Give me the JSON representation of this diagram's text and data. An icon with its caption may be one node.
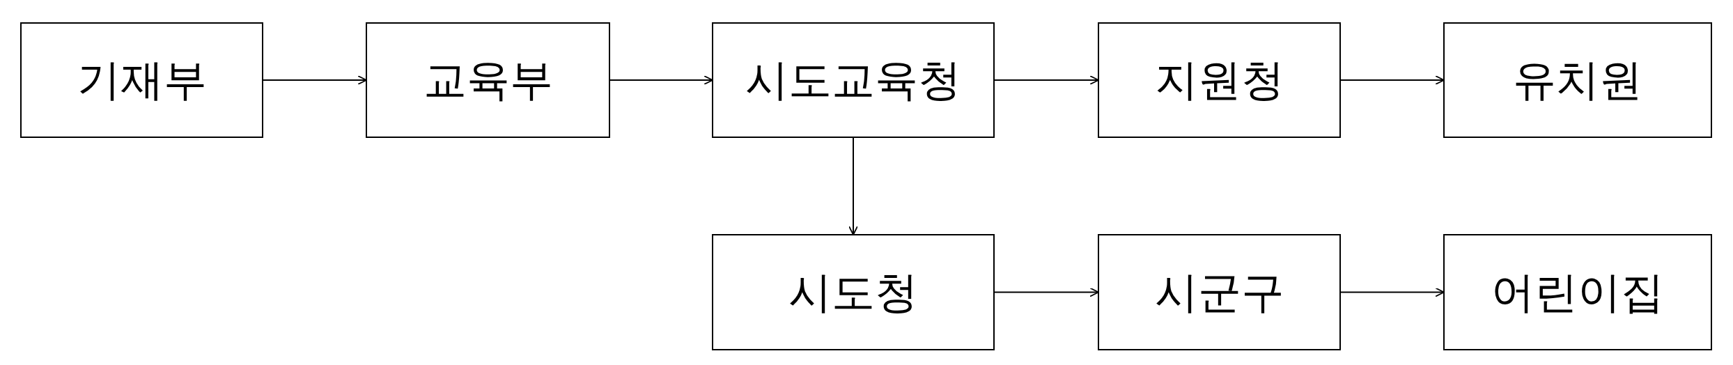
{
  "diagram": {
    "nodes": [
      {
        "text": [
          "기재부"
        ]
      },
      {
        "text": [
          "교육부"
        ]
      },
      {
        "text": [
          "시도교육청"
        ]
      },
      {
        "text": [
          "지원청"
        ]
      },
      {
        "text": [
          "유치원"
        ]
      },
      {
        "text": [
          "시도청"
        ]
      },
      {
        "text": [
          "시군구"
        ]
      },
      {
        "text": [
          "어린이집"
        ]
      }
    ],
    "edges": [
      {
        "from": 0,
        "to": 1,
        "arrow": "to"
      },
      {
        "from": 1,
        "to": 2,
        "arrow": "to"
      },
      {
        "from": 2,
        "to": 3,
        "arrow": "to"
      },
      {
        "from": 3,
        "to": 4,
        "arrow": "to"
      },
      {
        "from": 2,
        "to": 5,
        "arrow": "to"
      },
      {
        "from": 5,
        "to": 6,
        "arrow": "to"
      },
      {
        "from": 6,
        "to": 7,
        "arrow": "to"
      }
    ]
  }
}
